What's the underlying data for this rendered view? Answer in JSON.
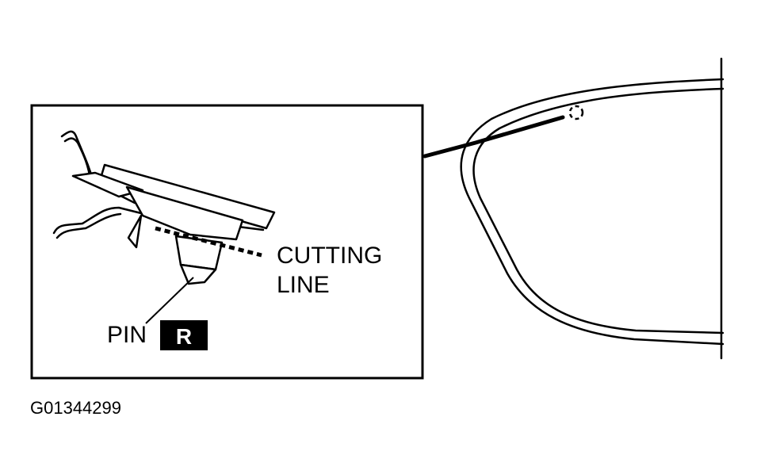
{
  "labels": {
    "cutting_line_1": "CUTTING",
    "cutting_line_2": "LINE",
    "pin": "PIN",
    "pin_badge": "R",
    "figure_id": "G01344299"
  },
  "colors": {
    "ink": "#000000",
    "paper": "#ffffff"
  }
}
